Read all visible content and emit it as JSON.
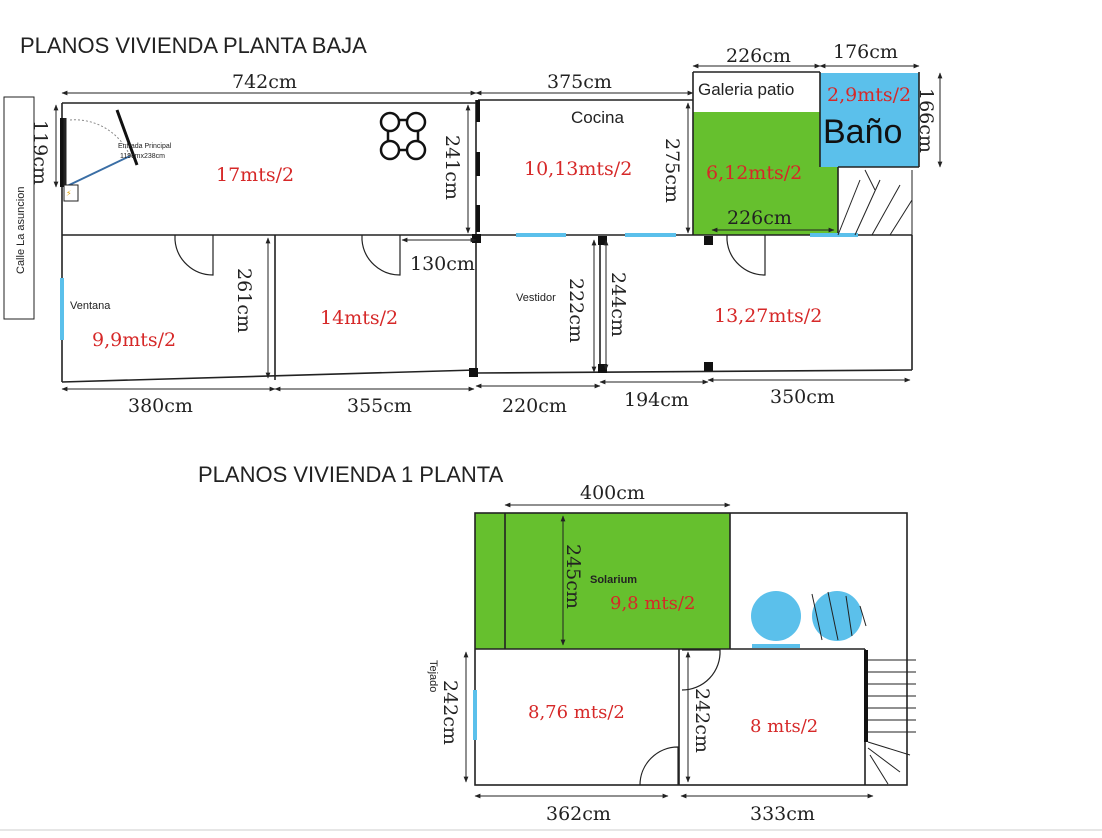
{
  "ground_floor": {
    "title": "PLANOS VIVIENDA PLANTA BAJA",
    "street": "Calle La asuncion",
    "entrance": {
      "label": "Entrada Principal",
      "size": "119cmx238cm",
      "width": "119cm"
    },
    "window_label": "Ventana",
    "top_dims": {
      "left": "742cm",
      "mid": "375cm",
      "galeria": "226cm",
      "bano": "176cm"
    },
    "side_dims": {
      "bano_height": "166cm",
      "salon_height": "241cm",
      "cocina_height": "275cm",
      "patio_inner_width": "226cm",
      "door_offset": "130cm",
      "dorm1_height": "261cm",
      "vestidor_height": "222cm",
      "pasillo_height": "244cm"
    },
    "bottom_dims": [
      "380cm",
      "355cm",
      "220cm",
      "194cm",
      "350cm"
    ],
    "rooms": {
      "salon_area": "17mts/2",
      "cocina_label": "Cocina",
      "cocina_area": "10,13mts/2",
      "galeria_label": "Galeria patio",
      "galeria_area": "6,12mts/2",
      "bano_area": "2,9mts/2",
      "bano_label": "Baño",
      "dorm1_area": "9,9mts/2",
      "dorm2_area": "14mts/2",
      "vestidor_label": "Vestidor",
      "dorm3_area": "13,27mts/2"
    }
  },
  "first_floor": {
    "title": "PLANOS VIVIENDA 1 PLANTA",
    "top_dim": "400cm",
    "solarium_label": "Solarium",
    "solarium_height": "245cm",
    "solarium_area": "9,8 mts/2",
    "tejado_label": "Tejado",
    "left_height": "242cm",
    "room1_area": "8,76 mts/2",
    "room2_height": "242cm",
    "room2_area": "8 mts/2",
    "bottom_dims": [
      "362cm",
      "333cm"
    ]
  },
  "colors": {
    "green": "#66c02e",
    "blue": "#5bc0eb",
    "red": "#d62828"
  }
}
